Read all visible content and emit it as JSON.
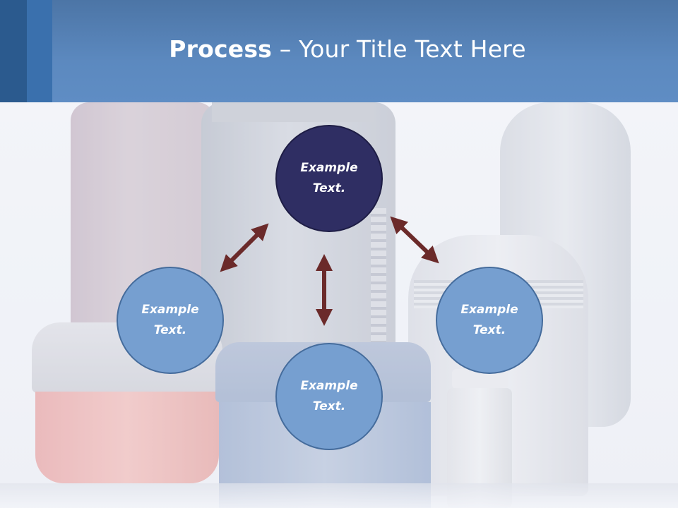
{
  "slide": {
    "title_bold": "Process",
    "title_rest": " – Your Title Text Here"
  },
  "diagram": {
    "nodes": {
      "top": {
        "line1": "Example",
        "line2": "Text."
      },
      "left": {
        "line1": "Example",
        "line2": "Text."
      },
      "right": {
        "line1": "Example",
        "line2": "Text."
      },
      "bottom": {
        "line1": "Example",
        "line2": "Text."
      }
    },
    "colors": {
      "top_node_fill": "#2f2e63",
      "node_fill": "#769fd0",
      "node_border": "#456c9c",
      "arrow": "#6b2a2a",
      "header": "#5c89bf"
    },
    "arrows": [
      "top-left",
      "top-right",
      "top-bottom"
    ]
  }
}
